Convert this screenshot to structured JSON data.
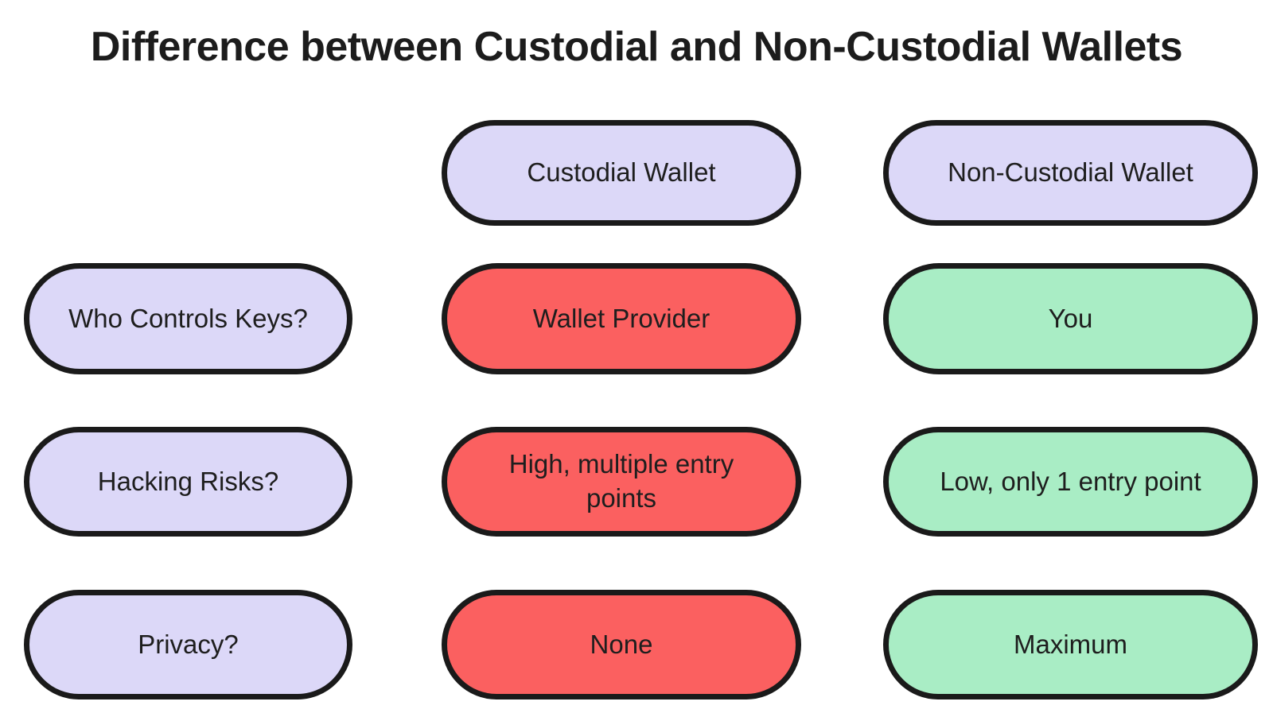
{
  "title": "Difference between Custodial and Non-Custodial Wallets",
  "colors": {
    "lavender": "#DCD8F8",
    "red": "#FB6060",
    "green": "#A9EDC5",
    "border": "#1A1A1A",
    "text": "#1E1E1E",
    "bg": "#FFFFFF"
  },
  "table": {
    "columns": [
      "Custodial Wallet",
      "Non-Custodial Wallet"
    ],
    "rows": [
      {
        "label": "Who Controls Keys?",
        "custodial": "Wallet Provider",
        "non_custodial": "You"
      },
      {
        "label": "Hacking Risks?",
        "custodial": "High, multiple entry points",
        "non_custodial": "Low, only 1 entry point"
      },
      {
        "label": "Privacy?",
        "custodial": "None",
        "non_custodial": "Maximum"
      }
    ]
  }
}
